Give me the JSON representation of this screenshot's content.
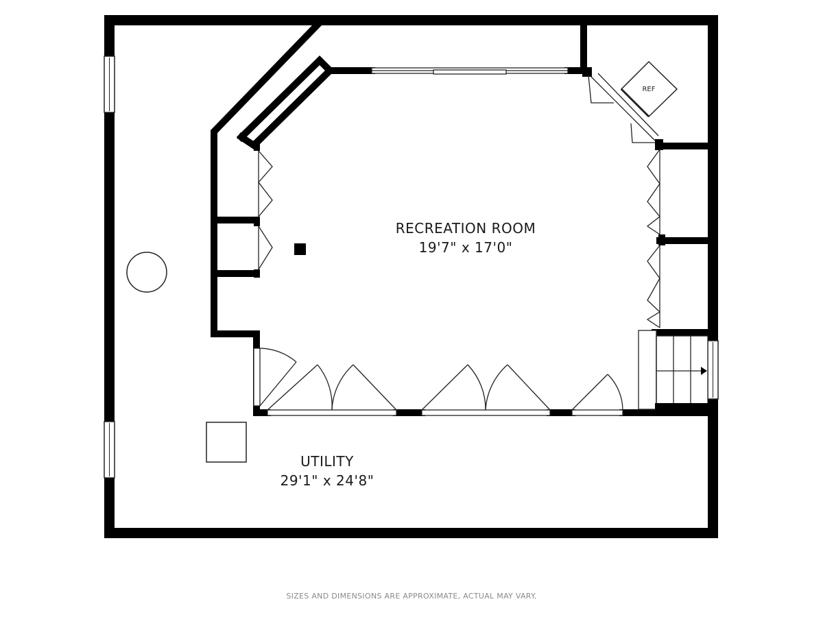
{
  "rooms": {
    "recreation": {
      "name": "RECREATION ROOM",
      "dimensions": "19'7\" x 17'0\""
    },
    "utility": {
      "name": "UTILITY",
      "dimensions": "29'1\" x 24'8\""
    }
  },
  "appliances": {
    "refrigerator": "REF"
  },
  "disclaimer": "SIZES AND DIMENSIONS ARE APPROXIMATE, ACTUAL MAY VARY.",
  "colors": {
    "wall": "#000000",
    "line": "#222222",
    "background": "#ffffff",
    "disclaimer": "#8a8a8a"
  }
}
